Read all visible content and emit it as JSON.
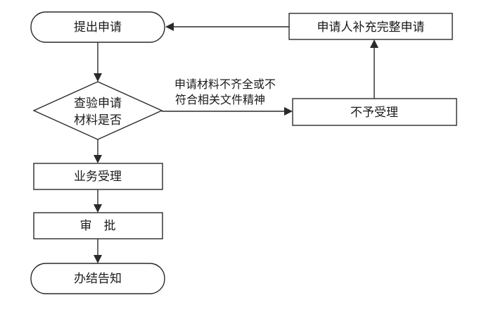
{
  "nodes": {
    "submit": "提出申请",
    "check_line1": "查验申请",
    "check_line2": "材料是否",
    "accept": "业务受理",
    "approve": "审　批",
    "notify": "办结告知",
    "reject": "不予受理",
    "supplement": "申请人补充完整申请"
  },
  "edges": {
    "incomplete_line1": "申请材料不齐全或不",
    "incomplete_line2": "符合相关文件精神"
  },
  "colors": {
    "stroke": "#2a2a2a",
    "text": "#1a1a1a",
    "background": "#ffffff"
  }
}
